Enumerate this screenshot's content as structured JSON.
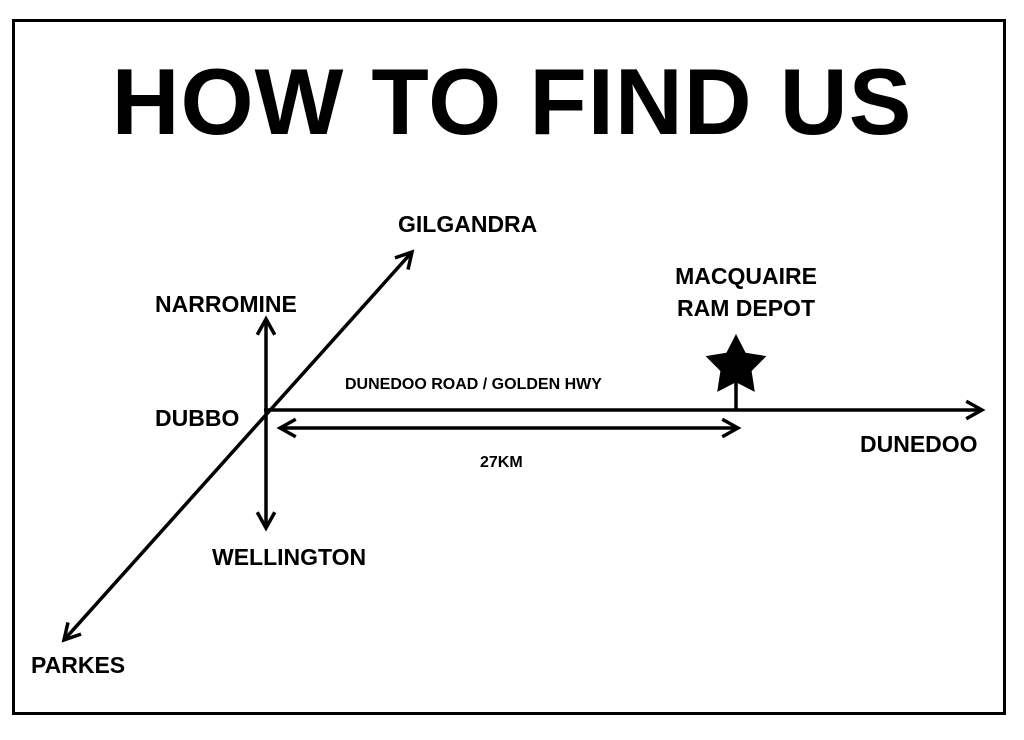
{
  "title": "HOW TO FIND US",
  "colors": {
    "ink": "#000000",
    "background": "#ffffff"
  },
  "places": {
    "gilgandra": "GILGANDRA",
    "narromine": "NARROMINE",
    "dubbo": "DUBBO",
    "wellington": "WELLINGTON",
    "parkes": "PARKES",
    "dunedoo": "DUNEDOO"
  },
  "road": "DUNEDOO ROAD / GOLDEN HWY",
  "distance": "27KM",
  "depot": {
    "line1": "MACQUAIRE",
    "line2": "RAM DEPOT",
    "marker_icon": "star-icon"
  }
}
